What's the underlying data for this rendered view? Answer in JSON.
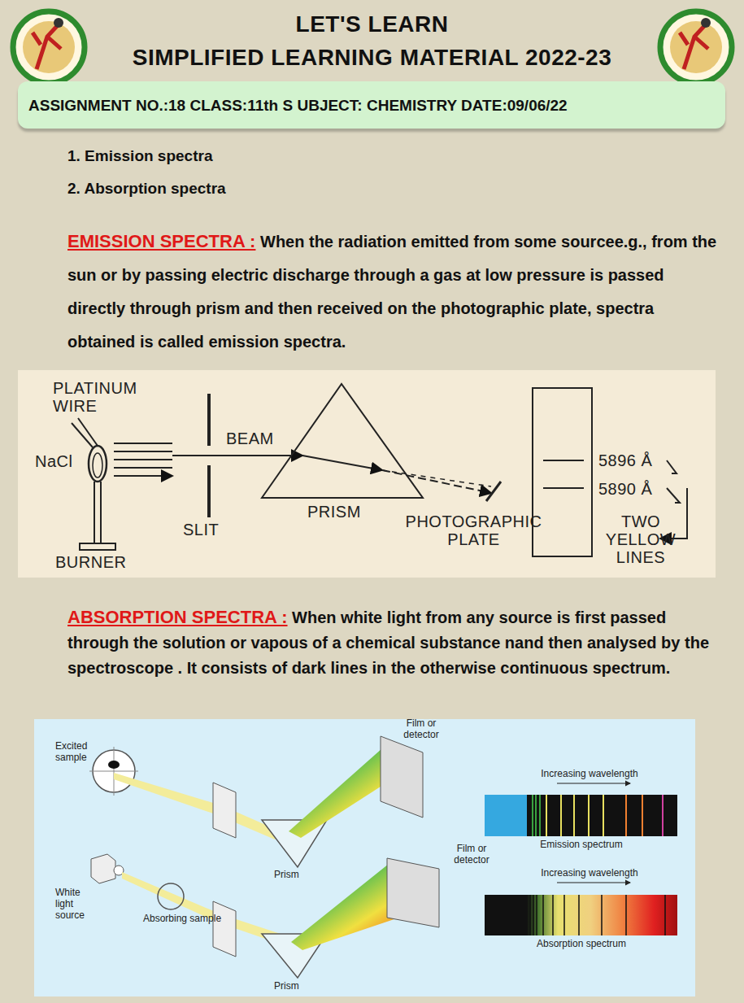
{
  "diagram": {
    "title": "LET'S LEARN",
    "nodes": [
      {
        "text": [
          "ASSIGNMENT NO.:18 CLASS:11th S UBJECT: CHEMISTRY DATE:09/06/22"
        ]
      }
    ],
    "labels": [
      "SIMPLIFIED LEARNING MATERIAL 2022-23",
      "1. Emission spectra",
      "2. Absorption spectra",
      "EMISSION SPECTRA :",
      "When the radiation emitted from some sourcee.g., from the sun or by passing electric discharge through a gas at low pressure is passed directly through prism and then received on the photographic plate, spectra obtained is called emission spectra.",
      "PLATINUM WIRE",
      "NaCl",
      "BEAM",
      "SLIT",
      "BURNER",
      "PRISM",
      "PHOTOGRAPHIC PLATE",
      "5896 Å",
      "5890 Å",
      "TWO YELLOW LINES",
      "ABSORPTION SPECTRA :",
      "When white light from any source is first passed through the solution or vapous of a chemical substance nand then analysed by the spectroscope . It consists of dark lines in the otherwise continuous spectrum.",
      "Excited sample",
      "Film or detector",
      "Increasing wavelength",
      "Emission spectrum",
      "Prism",
      "White light source",
      "Absorbing sample",
      "Film or detector",
      "Increasing wavelength",
      "Absorption spectrum",
      "Prism"
    ]
  }
}
